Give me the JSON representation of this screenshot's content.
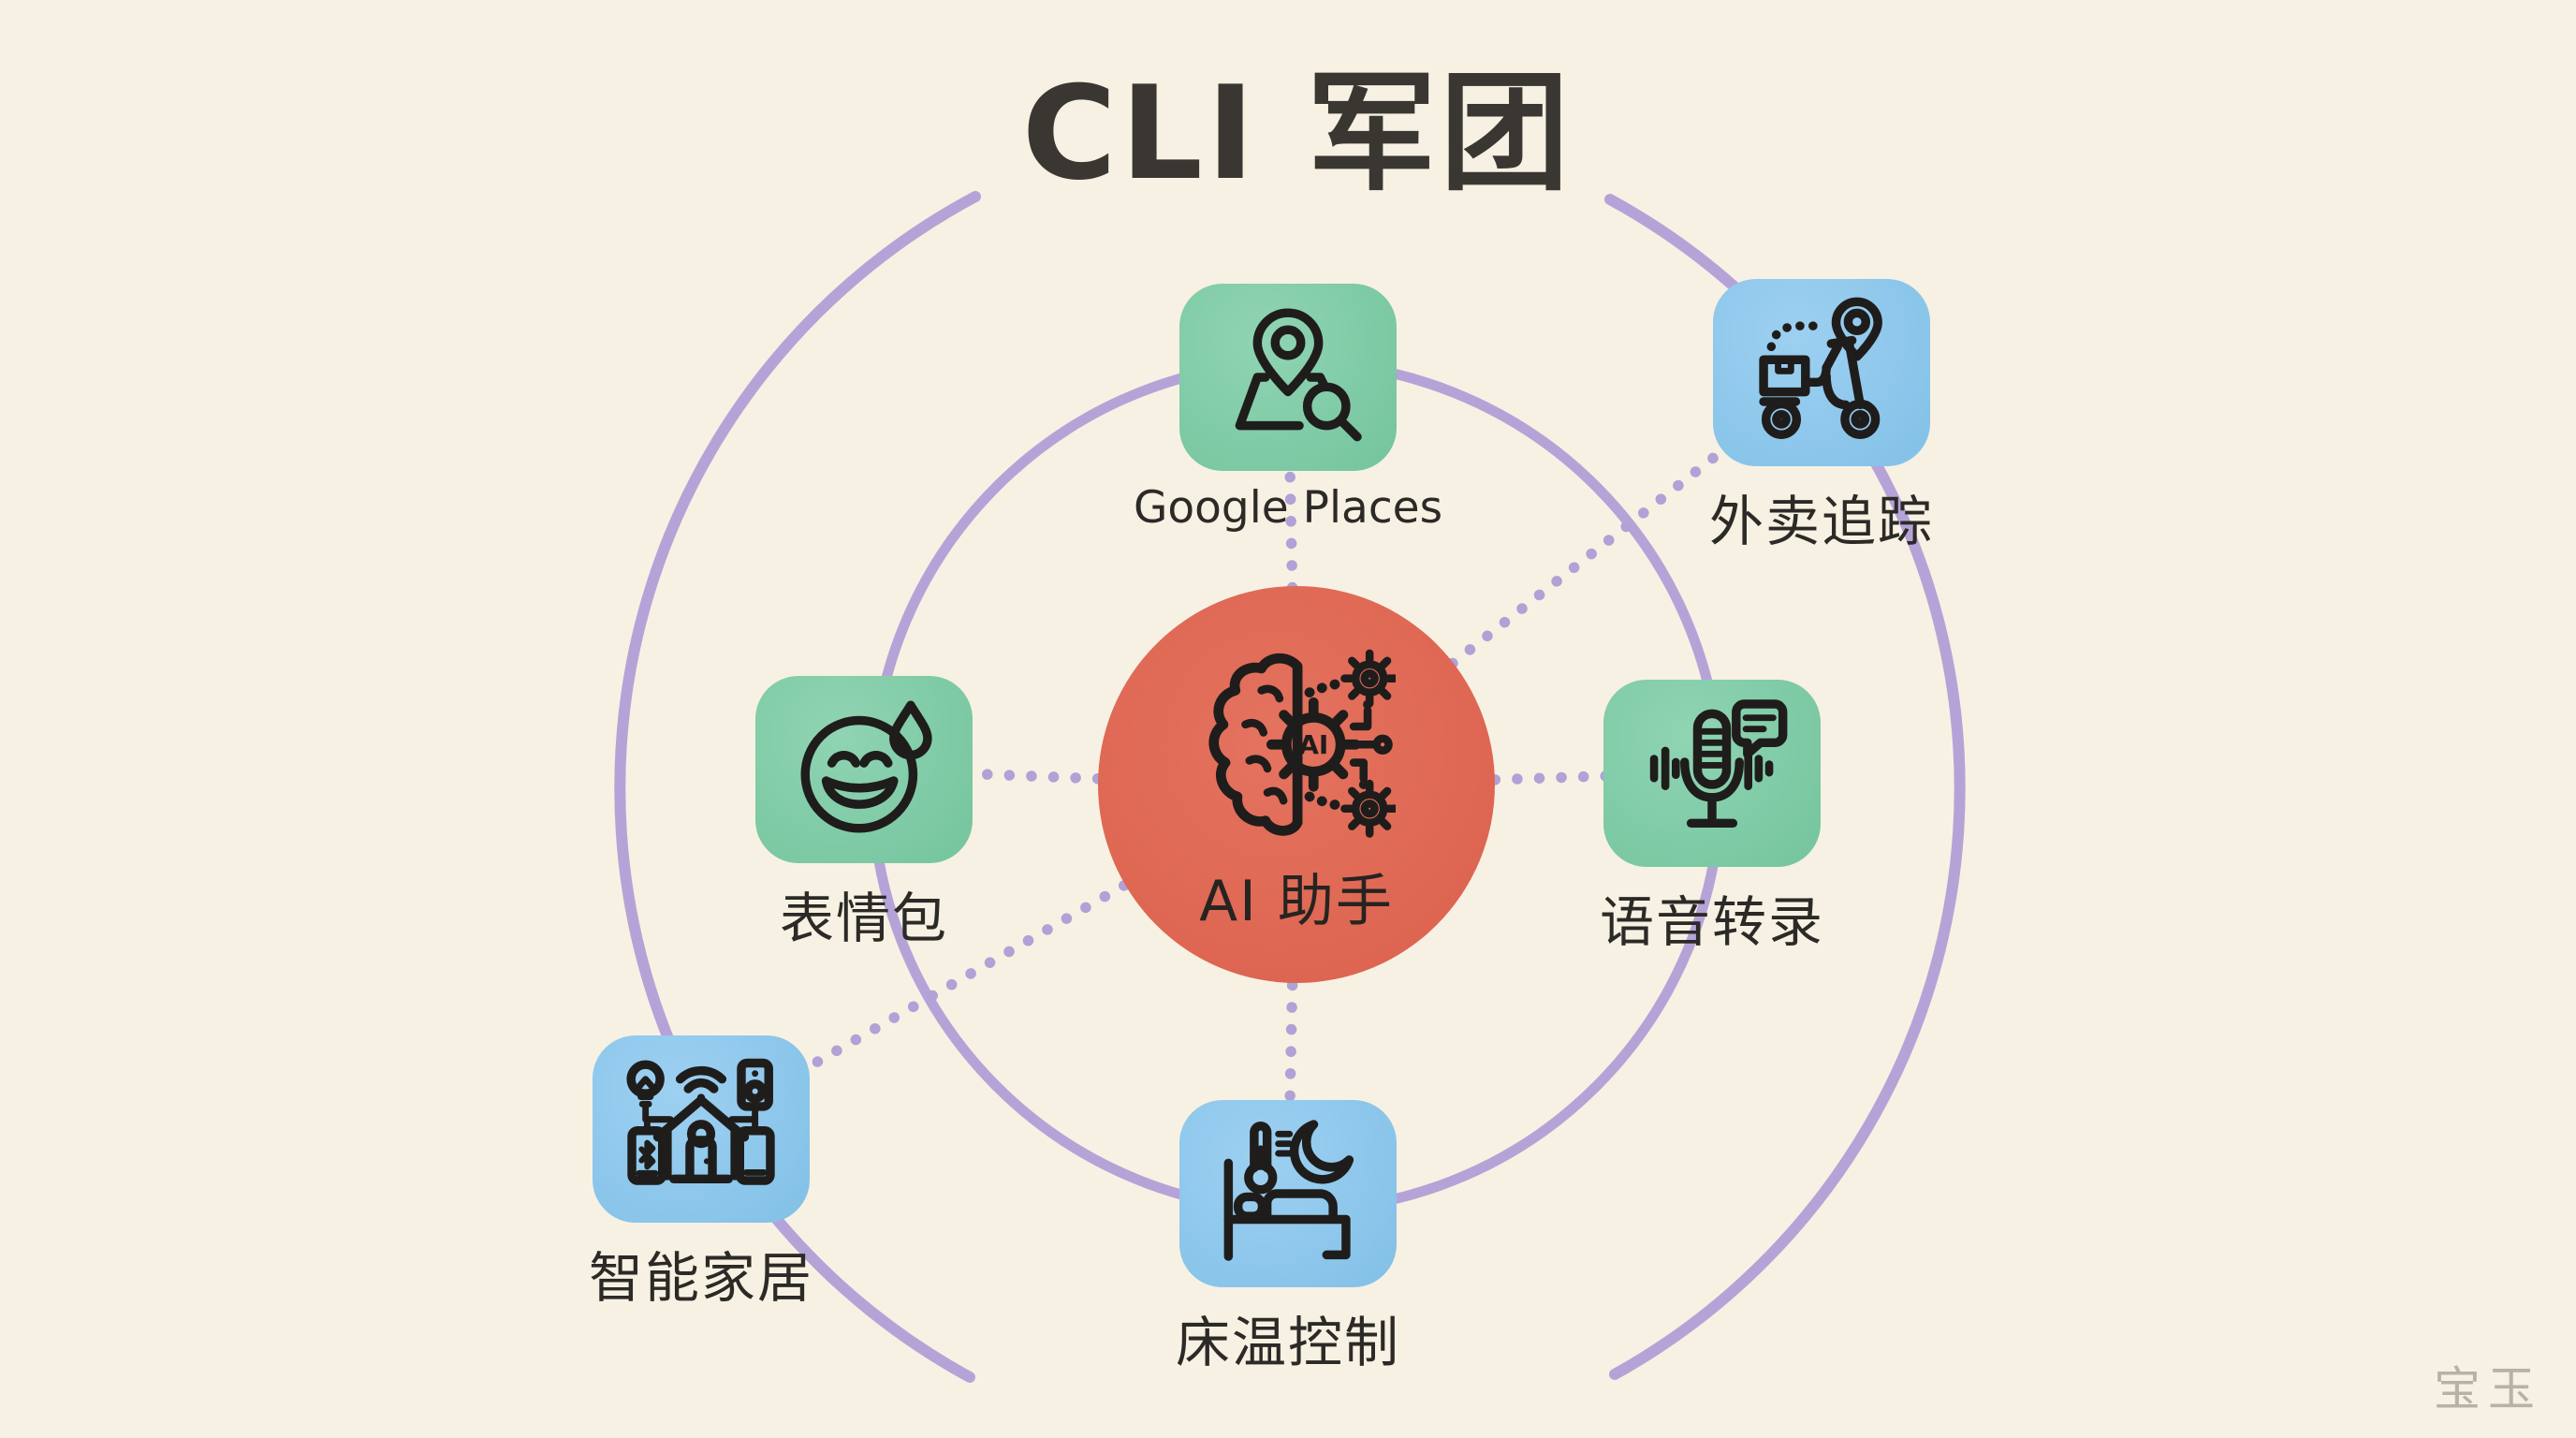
{
  "title": "CLI 军团",
  "center": {
    "label": "AI 助手",
    "icon": "ai-brain-gear-icon",
    "icon_text": "AI",
    "color": "#de6753"
  },
  "nodes": [
    {
      "id": "google-places",
      "label": "Google Places",
      "icon": "map-search-icon",
      "color": "#7cc9a4"
    },
    {
      "id": "delivery-tracking",
      "label": "外卖追踪",
      "icon": "delivery-scooter-icon",
      "color": "#8ac5ea"
    },
    {
      "id": "voice-transcription",
      "label": "语音转录",
      "icon": "microphone-speech-icon",
      "color": "#7cc9a4"
    },
    {
      "id": "bed-temp-control",
      "label": "床温控制",
      "icon": "bed-thermometer-moon-icon",
      "color": "#8ac5ea"
    },
    {
      "id": "smart-home",
      "label": "智能家居",
      "icon": "smart-home-devices-icon",
      "color": "#8ac5ea"
    },
    {
      "id": "emoji-pack",
      "label": "表情包",
      "icon": "laughing-emoji-icon",
      "color": "#7cc9a4"
    }
  ],
  "watermark": "宝玉",
  "colors": {
    "background": "#f7f1e3",
    "ring": "#b5a3d8",
    "dotted_line": "#b0a1d6",
    "hub": "#de6753",
    "green_node": "#7cc9a4",
    "blue_node": "#8ac5ea",
    "ink": "#1f1d1b",
    "label_text": "#2c2a27",
    "watermark_text": "#b8b2a6"
  }
}
